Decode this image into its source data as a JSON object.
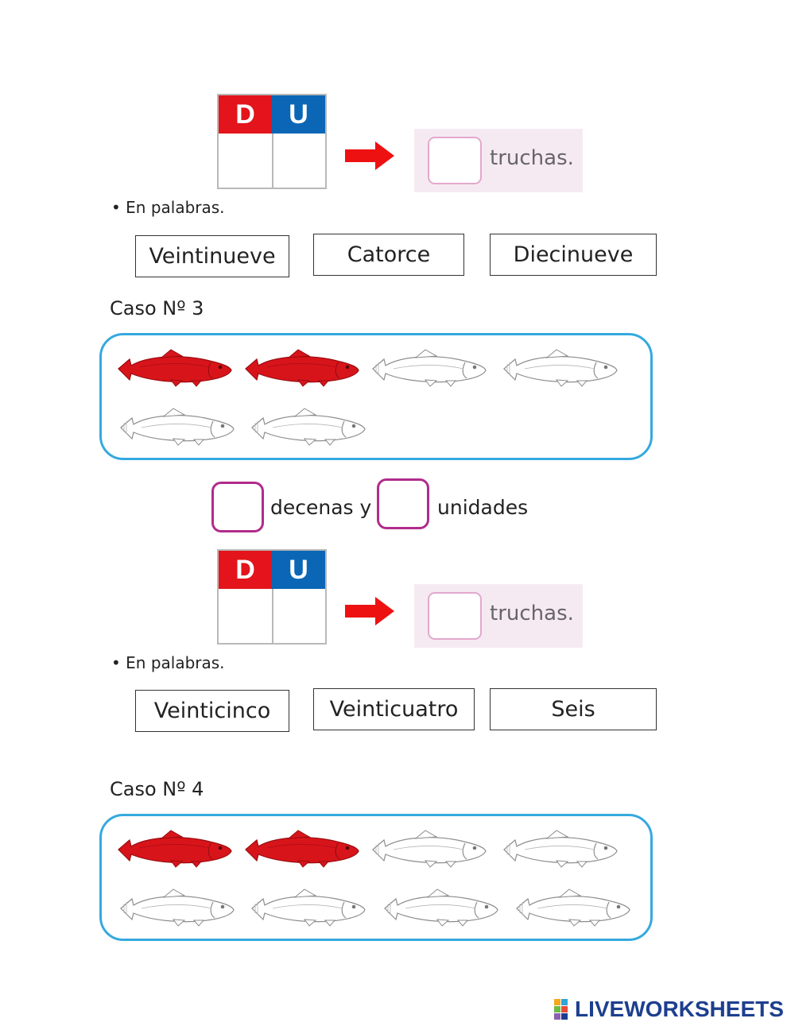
{
  "section1": {
    "du_headers": {
      "d": "D",
      "u": "U"
    },
    "truchas_label": "truchas.",
    "bullet": "• En palabras.",
    "options": [
      "Veintinueve",
      "Catorce",
      "Diecinueve"
    ]
  },
  "case3": {
    "title": "Caso Nº 3",
    "red_fish": 2,
    "white_fish": 4,
    "decenas_label": "decenas y",
    "unidades_label": "unidades",
    "du_headers": {
      "d": "D",
      "u": "U"
    },
    "truchas_label": "truchas.",
    "bullet": "• En palabras.",
    "options": [
      "Veinticinco",
      "Veinticuatro",
      "Seis"
    ]
  },
  "case4": {
    "title": "Caso Nº 4",
    "red_fish": 2,
    "white_fish": 6
  },
  "footer": {
    "logo_text": "LIVEWORKSHEETS"
  },
  "colors": {
    "d_header": "#e3141b",
    "u_header": "#0b67b6",
    "arrow": "#ee1111",
    "frame": "#35a9df",
    "answer_box": "#b02c8b",
    "red_fish": "#d8141b"
  }
}
